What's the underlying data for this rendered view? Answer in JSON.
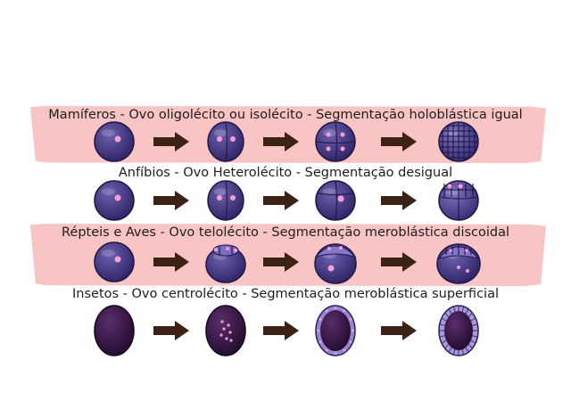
{
  "colors": {
    "band": "#f9c4c4",
    "arrow": "#3c2117",
    "cell_light": "#6d5fae",
    "cell_dark": "#2f2566",
    "insect_light": "#5b2d6e",
    "insect_dark": "#230d2e",
    "pink_spot": "#f59fd4"
  },
  "rows": [
    {
      "title": "Mamíferos - Ovo oligolécito ou isolécito - Segmentação holoblástica igual",
      "highlighted": true,
      "stages": [
        "egg",
        "two-cell",
        "four-cell",
        "morula"
      ]
    },
    {
      "title": "Anfíbios - Ovo Heterolécito - Segmentação desigual",
      "highlighted": false,
      "stages": [
        "egg",
        "two-cell",
        "four-cell-unequal",
        "unequal-blastula"
      ]
    },
    {
      "title": "Répteis e Aves - Ovo telolécito - Segmentação meroblástica discoidal",
      "highlighted": true,
      "stages": [
        "egg",
        "disc-cleavage",
        "disc-expanded",
        "disc-blastoderm"
      ]
    },
    {
      "title": "Insetos - Ovo centrolécito - Segmentação meroblástica superficial",
      "highlighted": false,
      "stages": [
        "insect-egg",
        "insect-nuclei",
        "insect-periphery",
        "insect-blastoderm"
      ]
    }
  ]
}
